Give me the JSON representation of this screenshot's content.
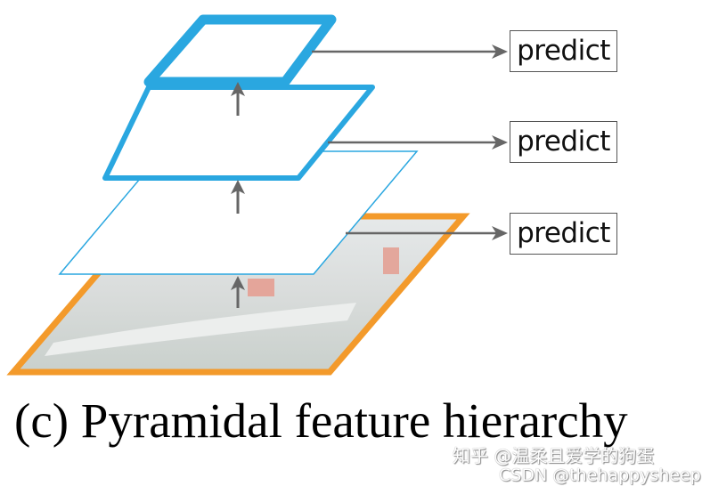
{
  "diagram": {
    "levels": [
      "input-image",
      "feature-map-1",
      "feature-map-2",
      "feature-map-3"
    ],
    "predict_labels": [
      "predict",
      "predict",
      "predict"
    ],
    "colors": {
      "image_border": "#f39a2b",
      "feature_border": "#2aa7e0",
      "arrow": "#666666"
    }
  },
  "caption": "(c) Pyramidal feature hierarchy",
  "watermark": {
    "line1": "知乎 @温柔且爱学的狗蛋",
    "line2": "CSDN @thehappysheep"
  }
}
